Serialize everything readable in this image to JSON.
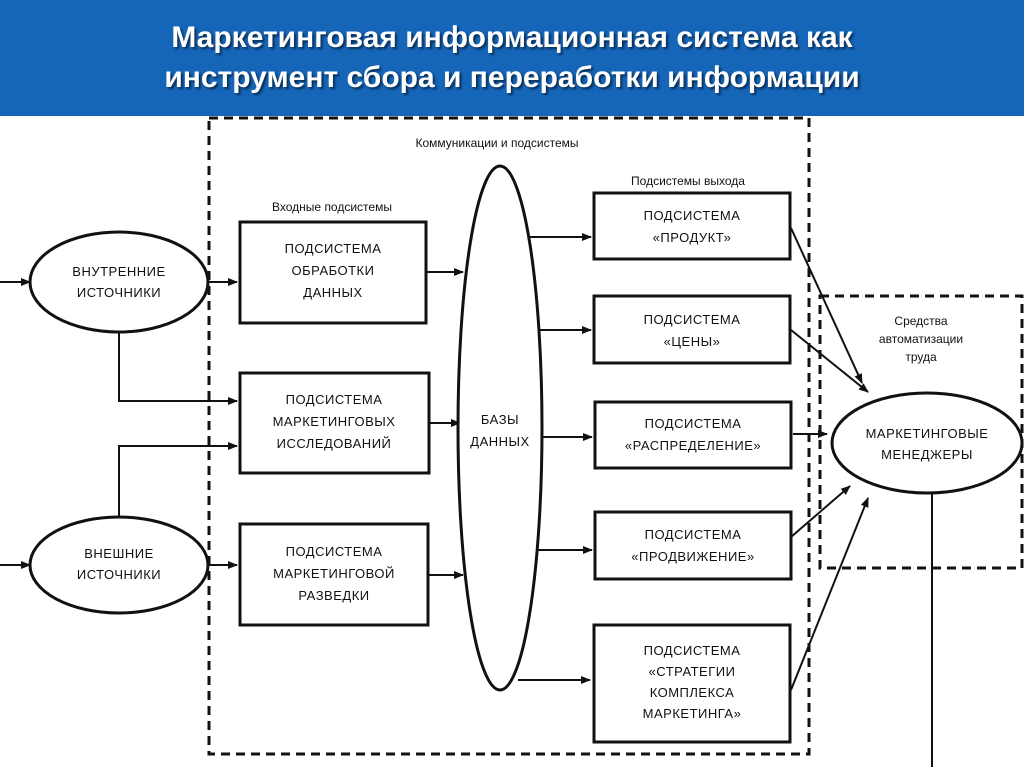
{
  "title": {
    "line1": "Маркетинговая информационная система как",
    "line2": "инструмент сбора и переработки информации"
  },
  "labels": {
    "communications": "Коммуникации и подсистемы",
    "input_subsystems": "Входные подсистемы",
    "output_subsystems": "Подсистемы выхода",
    "automation": [
      "Средства",
      "автоматизации",
      "труда"
    ]
  },
  "sources": {
    "internal": [
      "ВНУТРЕННИЕ",
      "ИСТОЧНИКИ"
    ],
    "external": [
      "ВНЕШНИЕ",
      "ИСТОЧНИКИ"
    ]
  },
  "input_boxes": [
    [
      "ПОДСИСТЕМА",
      "ОБРАБОТКИ",
      "ДАННЫХ"
    ],
    [
      "ПОДСИСТЕМА",
      "МАРКЕТИНГОВЫХ",
      "ИССЛЕДОВАНИЙ"
    ],
    [
      "ПОДСИСТЕМА",
      "МАРКЕТИНГОВОЙ",
      "РАЗВЕДКИ"
    ]
  ],
  "database": [
    "БАЗЫ",
    "ДАННЫХ"
  ],
  "output_boxes": [
    [
      "ПОДСИСТЕМА",
      "«ПРОДУКТ»"
    ],
    [
      "ПОДСИСТЕМА",
      "«ЦЕНЫ»"
    ],
    [
      "ПОДСИСТЕМА",
      "«РАСПРЕДЕЛЕНИЕ»"
    ],
    [
      "ПОДСИСТЕМА",
      "«ПРОДВИЖЕНИЕ»"
    ],
    [
      "ПОДСИСТЕМА",
      "«СТРАТЕГИИ",
      "КОМПЛЕКСА",
      "МАРКЕТИНГА»"
    ]
  ],
  "managers": [
    "МАРКЕТИНГОВЫЕ",
    "МЕНЕДЖЕРЫ"
  ],
  "colors": {
    "header_bg": "#1565b8",
    "header_text": "#ffffff",
    "line": "#111111"
  }
}
